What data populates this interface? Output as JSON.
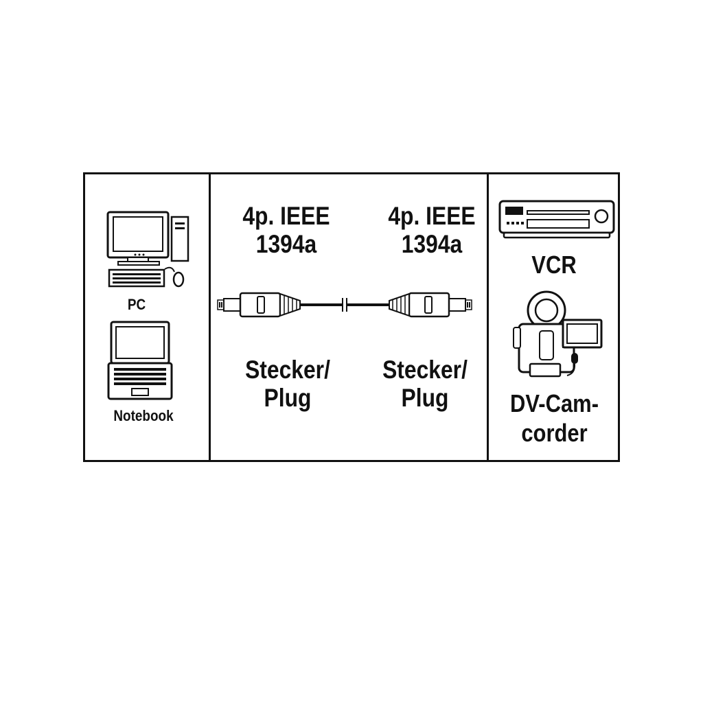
{
  "left_panel": {
    "pc_label": "PC",
    "notebook_label": "Notebook"
  },
  "middle_panel": {
    "left_connector": {
      "type_line1": "4p. IEEE",
      "type_line2": "1394a",
      "gender_line1": "Stecker/",
      "gender_line2": "Plug"
    },
    "right_connector": {
      "type_line1": "4p. IEEE",
      "type_line2": "1394a",
      "gender_line1": "Stecker/",
      "gender_line2": "Plug"
    }
  },
  "right_panel": {
    "vcr_label": "VCR",
    "camcorder_line1": "DV-Cam-",
    "camcorder_line2": "corder"
  },
  "icons": [
    "pc-icon",
    "notebook-icon",
    "cable-plug-icon",
    "vcr-icon",
    "camcorder-icon"
  ],
  "colors": {
    "line": "#111111",
    "background": "#ffffff"
  }
}
